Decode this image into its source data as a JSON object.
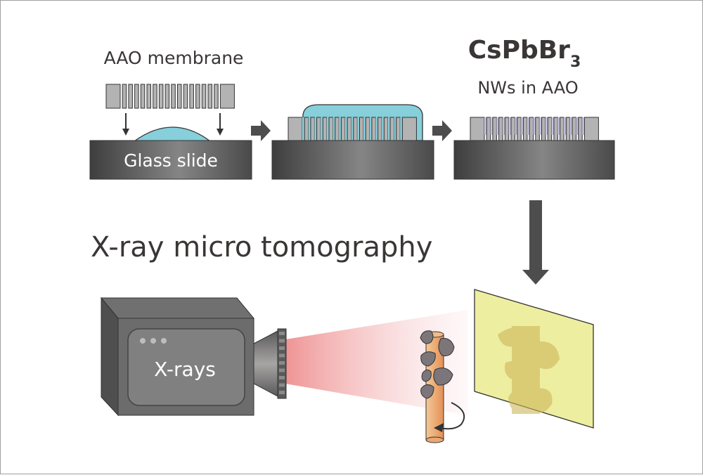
{
  "labels": {
    "aao_membrane": "AAO membrane",
    "glass_slide": "Glass slide",
    "product_formula_main": "CsPbBr",
    "product_formula_sub": "3",
    "product_caption": "NWs in AAO",
    "section_title": "X-ray micro tomography",
    "source_label": "X-rays"
  },
  "steps": [
    {
      "id": "step-1",
      "description": "AAO membrane placed onto precursor droplet on glass slide"
    },
    {
      "id": "step-2",
      "description": "Precursor solution infiltrates AAO pores"
    },
    {
      "id": "step-3",
      "description": "CsPbBr3 nanowires grown in AAO"
    }
  ],
  "colors": {
    "slide_dark": "#4a4a4a",
    "slide_light": "#8a8a8a",
    "membrane": "#b3b3b3",
    "solution": "#86cfdb",
    "nanowire": "#c9c2e4",
    "arrow": "#4d4d4d",
    "beam": "#f2a0a0",
    "detector": "#eeeea0",
    "shadow": "#cdb65a",
    "sample_rod": "#eca66e",
    "particle": "#7c767a",
    "text": "#3a3636"
  }
}
